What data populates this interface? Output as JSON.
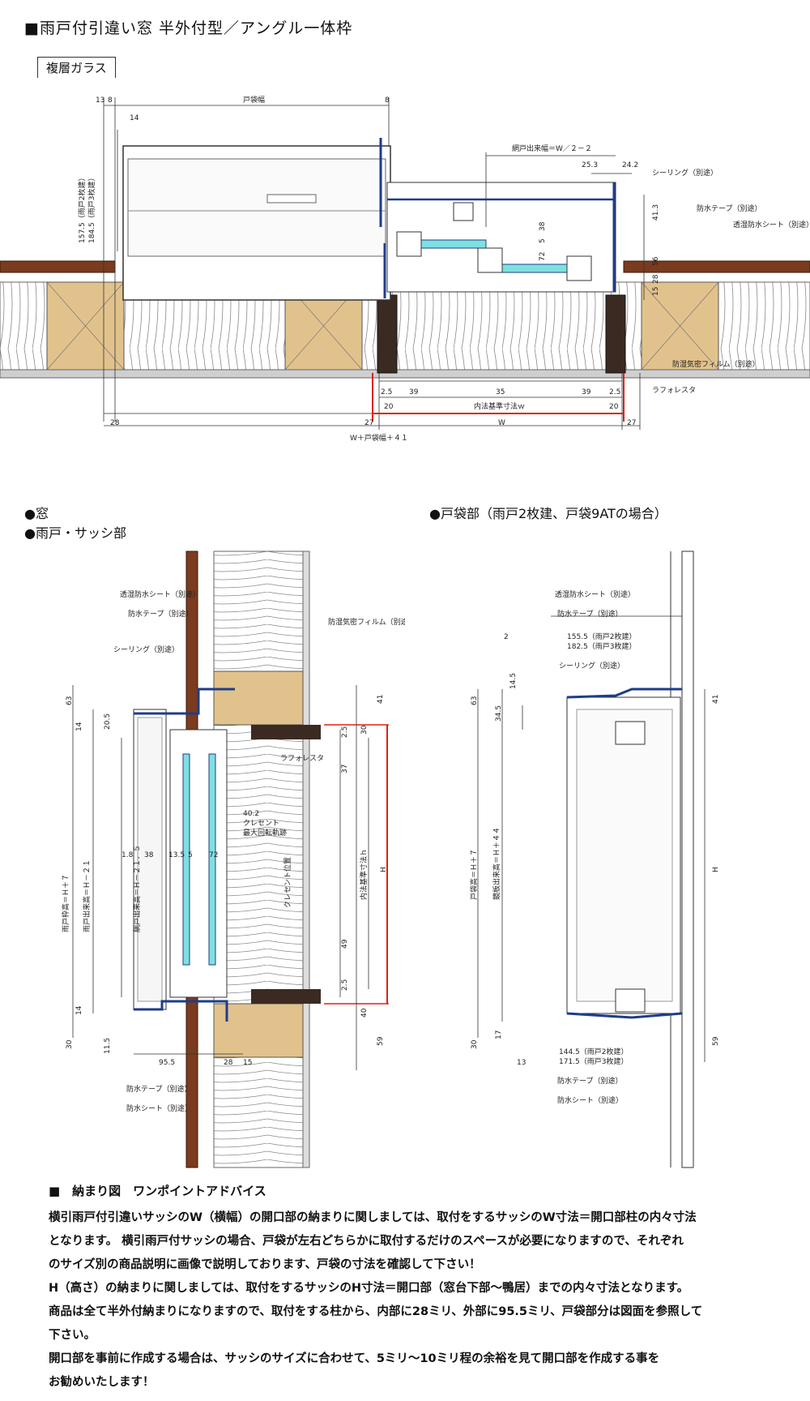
{
  "header": {
    "title": "■雨戸付引違い窓 半外付型／アングル一体枠",
    "glass_tag": "複層ガラス"
  },
  "top_plan": {
    "dims": {
      "d13": "13",
      "d8a": "8",
      "tobukuro_haba": "戸袋幅",
      "d8b": "8",
      "d14": "14",
      "amido": "網戸出来幅＝W／２－２",
      "d25_3": "25.3",
      "d24_2": "24.2",
      "d157": "157.5（雨戸2枚建）",
      "d184": "184.5（雨戸3枚建）",
      "d38": "38",
      "d5": "5",
      "d72": "72",
      "d41_3": "41.3",
      "d56": "56",
      "d28": "28",
      "d15": "15",
      "b2_5a": "2.5",
      "b39a": "39",
      "b35": "35",
      "b39b": "39",
      "b2_5b": "2.5",
      "b20a": "20",
      "naihou": "内法基準寸法ｗ",
      "b20b": "20",
      "b28": "28",
      "b27a": "27",
      "W": "W",
      "b27b": "27",
      "total": "W＋戸袋幅＋４１"
    },
    "labels": {
      "sealing": "シーリング（別途）",
      "tape": "防水テープ（別途）",
      "sheet": "透湿防水シート（別途）",
      "film": "防湿気密フィルム（別途）",
      "lath": "ラフォレスタ"
    }
  },
  "sections": {
    "window": "●窓",
    "amado": "●雨戸・サッシ部",
    "tobukuro": "●戸袋部（雨戸2枚建、戸袋9ATの場合）"
  },
  "left_section": {
    "labels": {
      "sheet": "透湿防水シート（別途）",
      "tape": "防水テープ（別途）",
      "film": "防湿気密フィルム（別途）",
      "sealing": "シーリング（別途）",
      "lath": "ラフォレスタ",
      "crescent": "クレセント",
      "crescent2": "最大回転軌跡",
      "crescent_pos": "クレセント位置",
      "tape_b": "防水テープ（別途）",
      "sheet_b": "防水シート（別途）"
    },
    "dims": {
      "d63": "63",
      "d14a": "14",
      "d20_5": "20.5",
      "d41": "41",
      "d30": "30",
      "d2_5a": "2.5",
      "d37": "37",
      "d40_2": "40.2",
      "d1_8": "1.8",
      "d38": "38",
      "d13_5": "13.5",
      "d5": "5",
      "d72": "72",
      "h_amado": "雨戸枠高＝Ｈ＋７",
      "h_dekidaka": "雨戸出来高＝Ｈ－２１",
      "h_amido": "網戸出来高＝Ｈ－２１．５",
      "naihou_h": "内法基準寸法ｈ",
      "H": "H",
      "d49": "49",
      "d2_5b": "2.5",
      "d40": "40",
      "d59": "59",
      "d14b": "14",
      "d30b": "30",
      "d11_5": "11.5",
      "d95_5": "95.5",
      "d28": "28",
      "d15": "15"
    }
  },
  "right_section": {
    "labels": {
      "sheet": "透湿防水シート（別途）",
      "tape": "防水テープ（別途）",
      "sealing": "シーリング（別途）",
      "tape_b": "防水テープ（別途）",
      "sheet_b": "防水シート（別途）"
    },
    "dims": {
      "d2": "2",
      "d155": "155.5（雨戸2枚建）",
      "d182": "182.5（雨戸3枚建）",
      "d14_5": "14.5",
      "d63": "63",
      "d34_5": "34.5",
      "d41": "41",
      "h_tobukuro": "戸袋高＝Ｈ＋７",
      "h_kagami": "鏡板出来高＝Ｈ＋４４",
      "H": "H",
      "d59": "59",
      "d30": "30",
      "d17": "17",
      "d13": "13",
      "d144": "144.5（雨戸2枚建）",
      "d171": "171.5（雨戸3枚建）"
    }
  },
  "advice": {
    "heading": "■　納まり図　ワンポイントアドバイス",
    "p1": "横引雨戸付引違いサッシのW（横幅）の開口部の納まりに関しましては、取付をするサッシのW寸法＝開口部柱の内々寸法",
    "p2": "となります。 横引雨戸付サッシの場合、戸袋が左右どちらかに取付するだけのスペースが必要になりますので、それぞれ",
    "p3": "のサイズ別の商品説明に画像で説明しております、戸袋の寸法を確認して下さい！",
    "p4": "H（高さ）の納まりに関しましては、取付をするサッシのH寸法＝開口部（窓台下部～鴨居）までの内々寸法となります。",
    "p5": "商品は全て半外付納まりになりますので、取付をする柱から、内部に28ミリ、外部に95.5ミリ、戸袋部分は図面を参照して",
    "p6": "下さい。",
    "p7": "開口部を事前に作成する場合は、サッシのサイズに合わせて、5ミリ～10ミリ程の余裕を見て開口部を作成する事を",
    "p8": "お勧めいたします！"
  }
}
